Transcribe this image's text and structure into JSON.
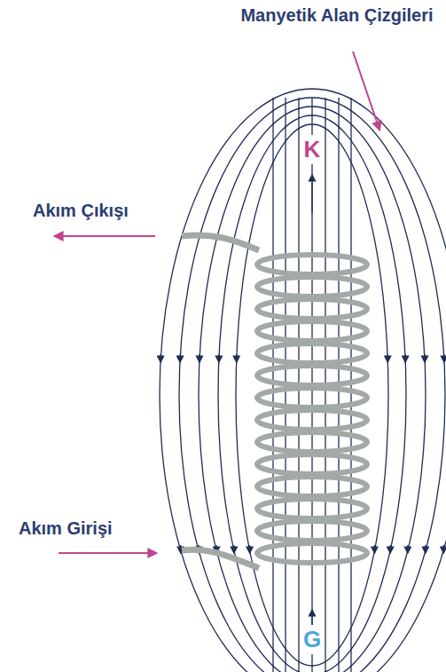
{
  "diagram": {
    "labels": [
      "Manyetik Alan Çizgileri",
      "Akım Çıkışı",
      "Akım Girişi",
      "K",
      "G"
    ]
  }
}
